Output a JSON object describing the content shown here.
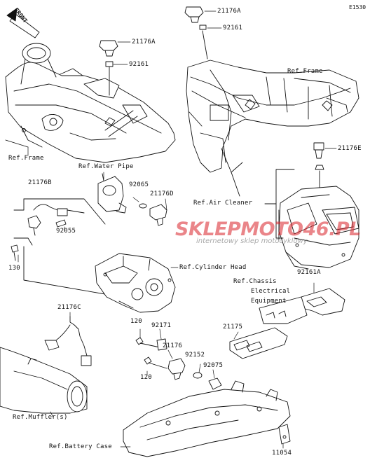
{
  "diagram_code": "E1530",
  "front_label": "FRONT",
  "watermark": {
    "text": "SKLEPMOTO46.PL",
    "subtext": "internetowy sklep motocyklowy"
  },
  "part_numbers": {
    "p21176A_top": "21176A",
    "p92161_top": "92161",
    "p21176A_left": "21176A",
    "p92161_left": "92161",
    "p21176E": "21176E",
    "p21176B": "21176B",
    "p92065": "92065",
    "p21176D": "21176D",
    "p92055": "92055",
    "p130": "130",
    "p92161A": "92161A",
    "p21175": "21175",
    "p21176C": "21176C",
    "p120_a": "120",
    "p92171": "92171",
    "p21176": "21176",
    "p92152": "92152",
    "p92075": "92075",
    "p120_b": "120",
    "p11054": "11054"
  },
  "references": {
    "frame_left": "Ref.Frame",
    "frame_right": "Ref.Frame",
    "water_pipe": "Ref.Water Pipe",
    "air_cleaner": "Ref.Air Cleaner",
    "cylinder_head": "Ref.Cylinder Head",
    "chassis_line1": "Ref.Chassis",
    "chassis_line2": "Electrical",
    "chassis_line3": "Equipment",
    "muffler": "Ref.Muffler(s)",
    "battery_case": "Ref.Battery Case"
  }
}
